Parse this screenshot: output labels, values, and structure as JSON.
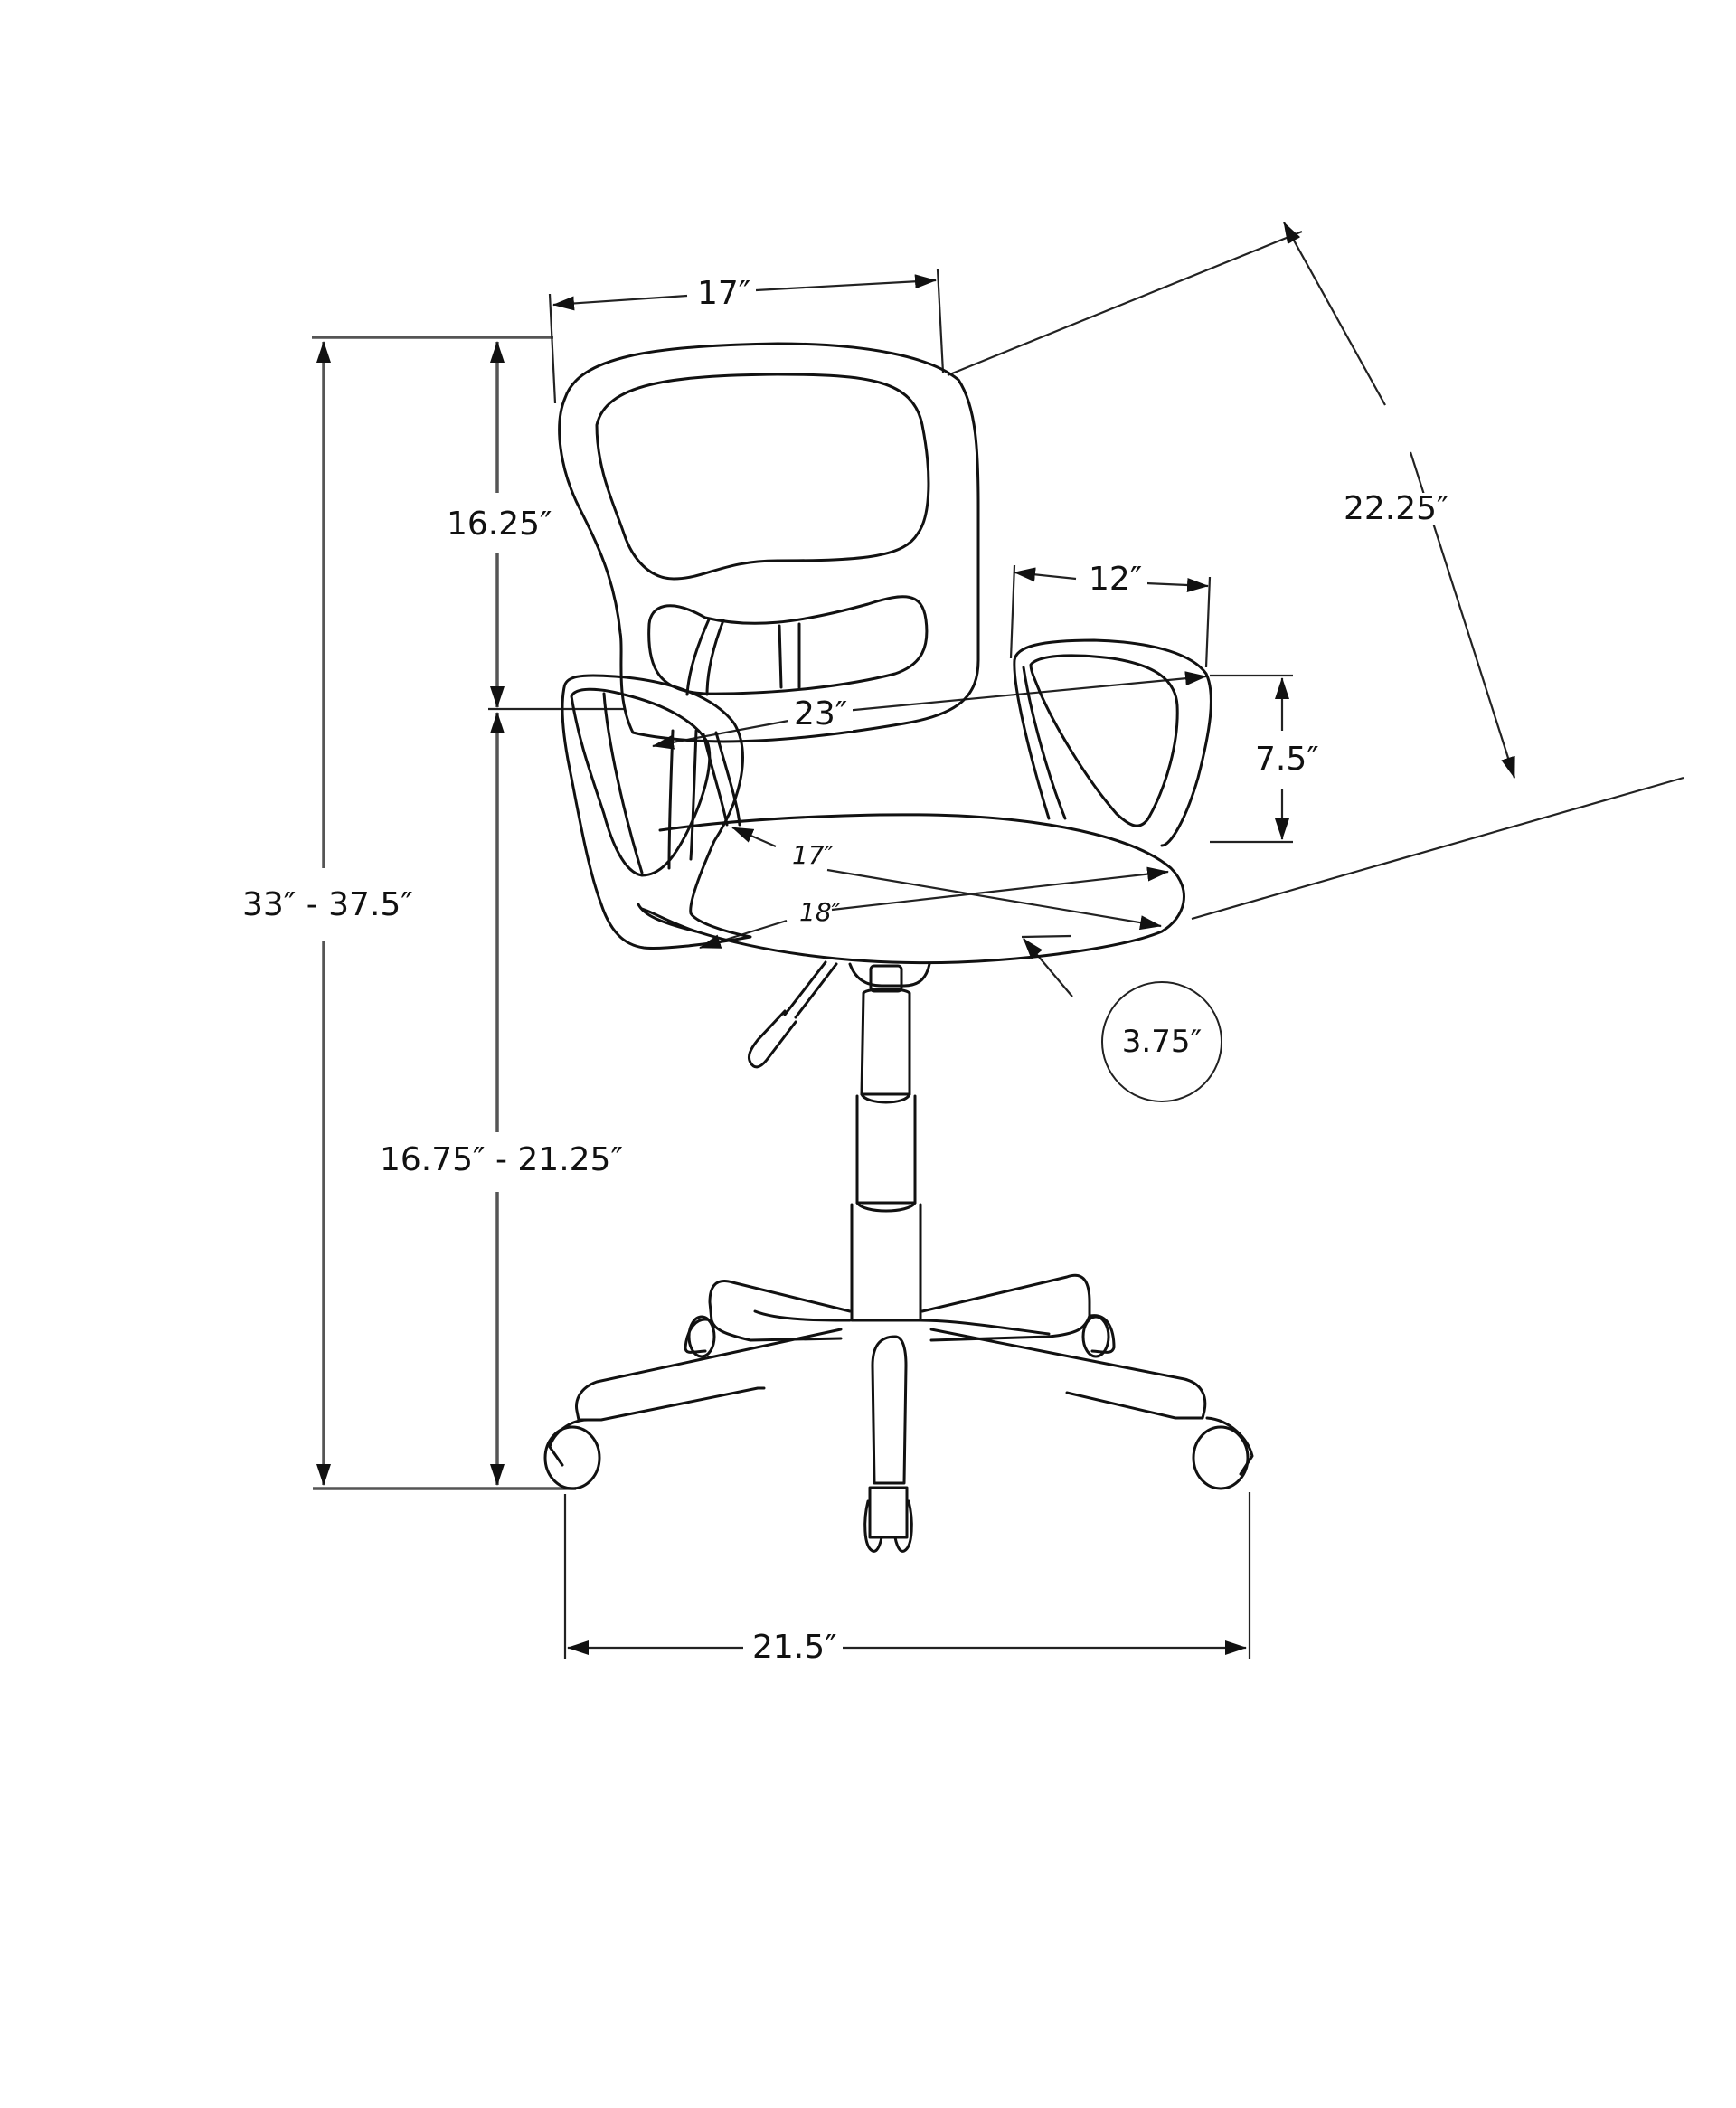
{
  "diagram": {
    "subject": "Mesh office chair with armrests",
    "line_color": "#111111",
    "background": "#ffffff"
  },
  "dimensions": {
    "back_width": "17″",
    "back_depth_diagonal": "22.25″",
    "back_height": "16.25″",
    "overall_height": "33″ - 37.5″",
    "seat_height": "16.75″ - 21.25″",
    "armrest_length": "12″",
    "width_between_arms": "23″",
    "armrest_height": "7.5″",
    "seat_depth": "17″",
    "seat_width": "18″",
    "seat_thickness": "3.75″",
    "base_width": "21.5″"
  }
}
